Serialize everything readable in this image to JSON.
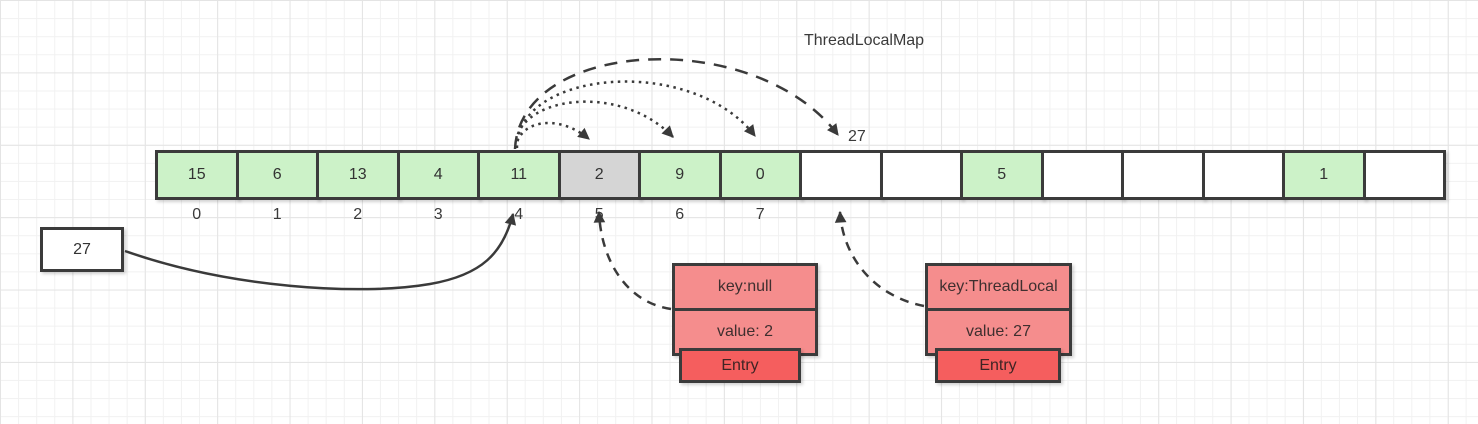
{
  "title": "ThreadLocalMap",
  "array": {
    "cells": [
      {
        "index": 0,
        "value": "15",
        "fill": "green"
      },
      {
        "index": 1,
        "value": "6",
        "fill": "green"
      },
      {
        "index": 2,
        "value": "13",
        "fill": "green"
      },
      {
        "index": 3,
        "value": "4",
        "fill": "green"
      },
      {
        "index": 4,
        "value": "11",
        "fill": "green"
      },
      {
        "index": 5,
        "value": "2",
        "fill": "gray"
      },
      {
        "index": 6,
        "value": "9",
        "fill": "green"
      },
      {
        "index": 7,
        "value": "0",
        "fill": "green"
      },
      {
        "index": 8,
        "value": "",
        "fill": "white"
      },
      {
        "index": 9,
        "value": "",
        "fill": "white"
      },
      {
        "index": 10,
        "value": "5",
        "fill": "green"
      },
      {
        "index": 11,
        "value": "",
        "fill": "white"
      },
      {
        "index": 12,
        "value": "",
        "fill": "white"
      },
      {
        "index": 13,
        "value": "",
        "fill": "white"
      },
      {
        "index": 14,
        "value": "1",
        "fill": "green"
      },
      {
        "index": 15,
        "value": "",
        "fill": "white"
      }
    ],
    "shown_indices": [
      "0",
      "1",
      "2",
      "3",
      "4",
      "5",
      "6",
      "7"
    ]
  },
  "labels": {
    "pointer_box": "27",
    "probe_target": "27"
  },
  "entries": [
    {
      "key": "key:null",
      "value": "value: 2",
      "tag": "Entry"
    },
    {
      "key": "key:ThreadLocal",
      "value": "value: 27",
      "tag": "Entry"
    }
  ],
  "colors": {
    "cell_green": "#ccf2c8",
    "cell_gray": "#d5d5d5",
    "cell_white": "#ffffff",
    "entry_pink": "#f58d8d",
    "entry_red": "#f55e5e",
    "stroke": "#3b3b3b"
  }
}
